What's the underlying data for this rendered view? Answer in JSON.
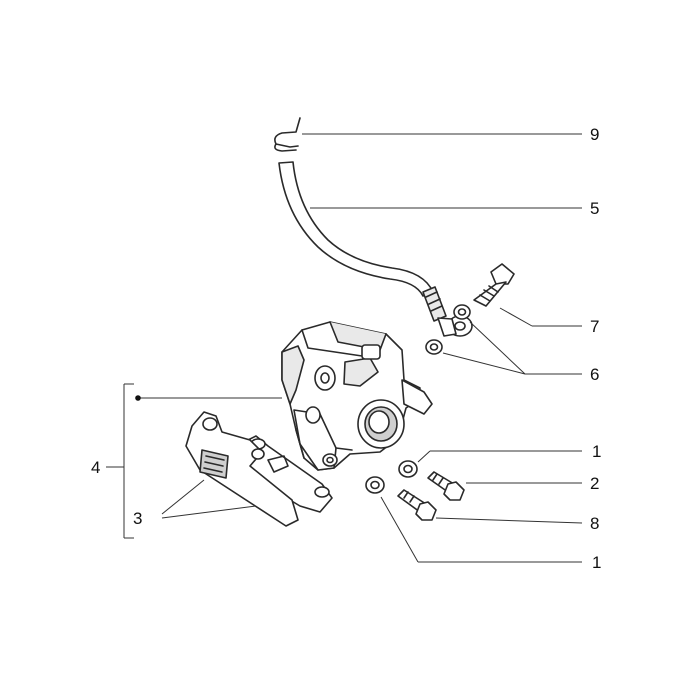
{
  "callouts": {
    "c9": "9",
    "c5": "5",
    "c7": "7",
    "c6": "6",
    "c1a": "1",
    "c2": "2",
    "c8": "8",
    "c1b": "1",
    "c4": "4",
    "c3": "3"
  }
}
